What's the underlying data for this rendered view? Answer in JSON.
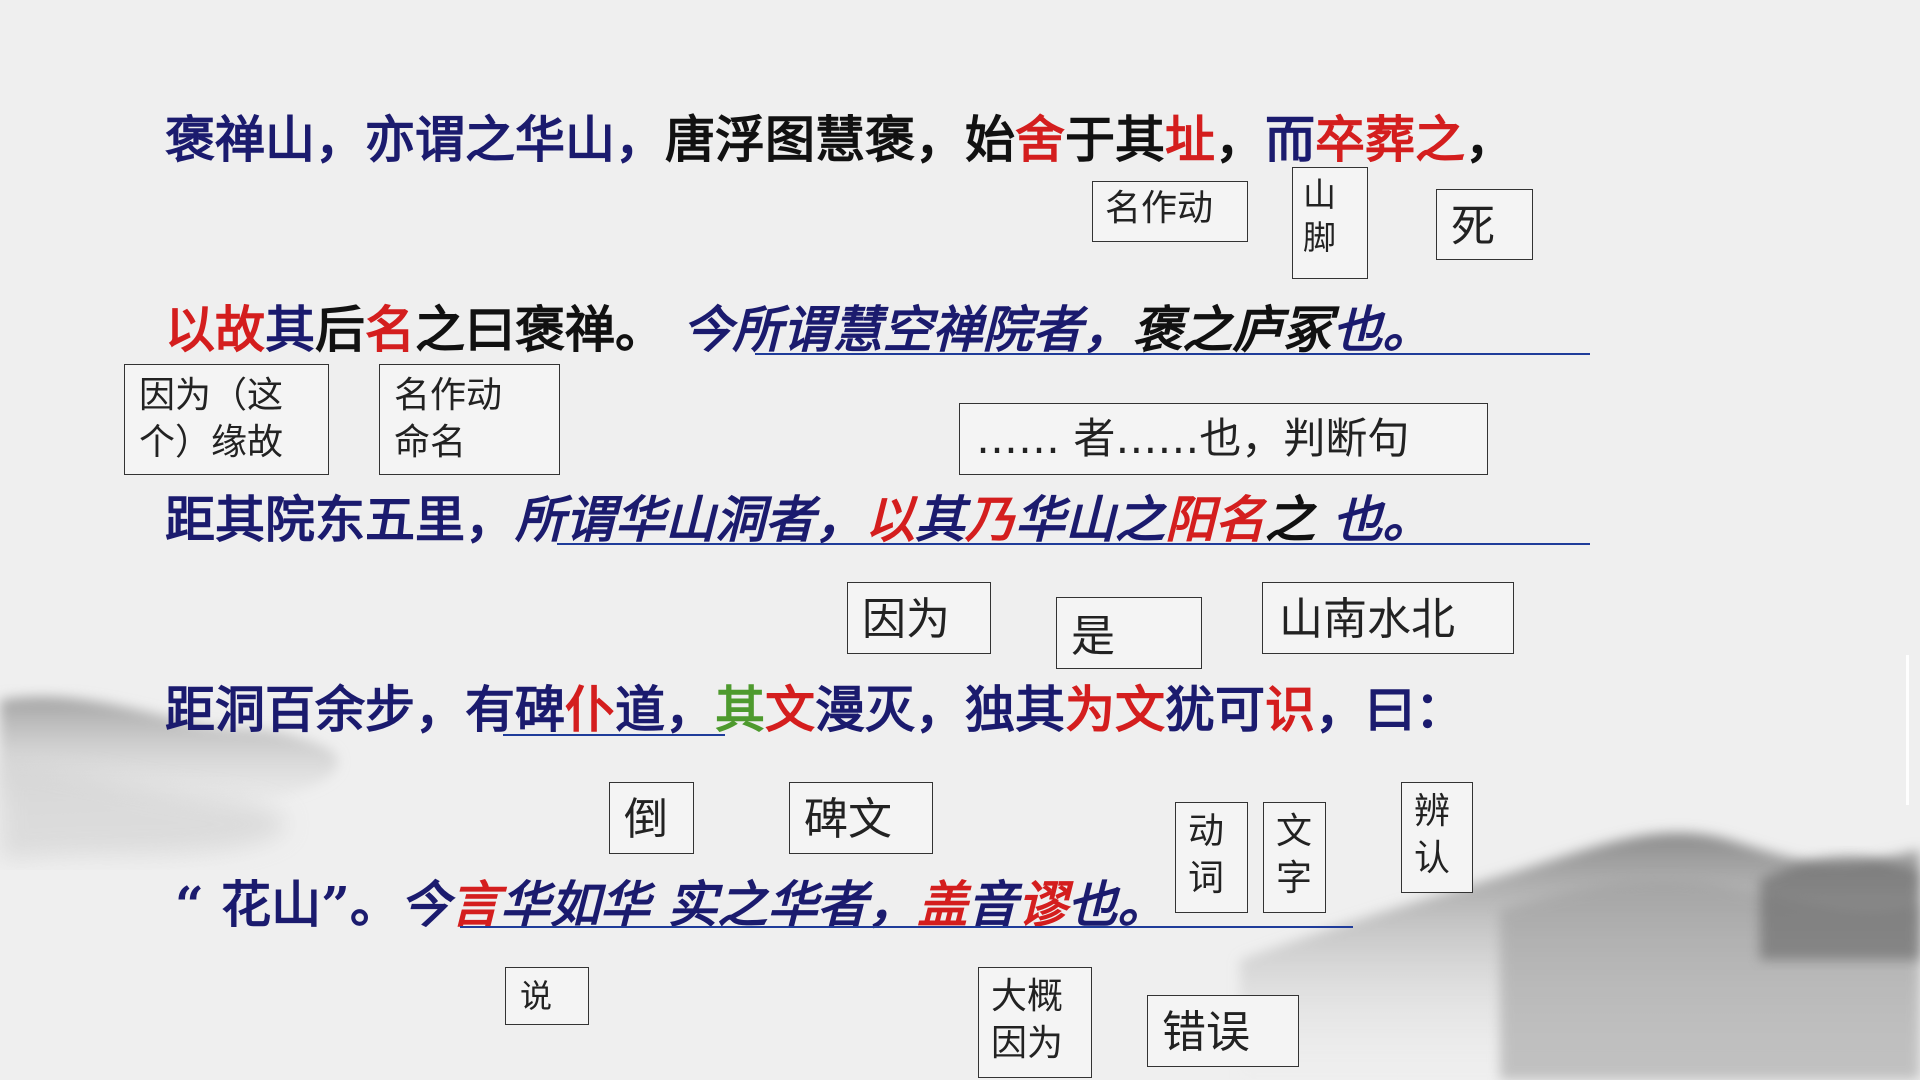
{
  "lines": [
    {
      "segments": [
        {
          "t": "褒禅山，亦谓之华山，",
          "c": "blue"
        },
        {
          "t": "唐浮图慧褒，始",
          "c": "black"
        },
        {
          "t": "舍",
          "c": "red"
        },
        {
          "t": "于其",
          "c": "black"
        },
        {
          "t": "址",
          "c": "red"
        },
        {
          "t": "，",
          "c": "black"
        },
        {
          "t": "而",
          "c": "blue"
        },
        {
          "t": "卒葬之",
          "c": "red"
        },
        {
          "t": "，",
          "c": "black"
        }
      ]
    },
    {
      "segments": [
        {
          "t": "以故",
          "c": "red"
        },
        {
          "t": "其",
          "c": "blue"
        },
        {
          "t": "后",
          "c": "black"
        },
        {
          "t": "名",
          "c": "red"
        },
        {
          "t": "之曰褒禅。",
          "c": "black"
        },
        {
          "t": "  "
        },
        {
          "t": "今所谓慧空禅院者，",
          "c": "blue",
          "i": true
        },
        {
          "t": "褒之庐冢",
          "c": "black",
          "i": true
        },
        {
          "t": "也。",
          "c": "blue",
          "i": true
        }
      ]
    },
    {
      "segments": [
        {
          "t": "距其院东五里，",
          "c": "blue"
        },
        {
          "t": "所谓华山洞者，",
          "c": "blue",
          "i": true
        },
        {
          "t": "以",
          "c": "red",
          "i": true
        },
        {
          "t": "其",
          "c": "blue",
          "i": true
        },
        {
          "t": "乃",
          "c": "red",
          "i": true
        },
        {
          "t": "华山之",
          "c": "blue",
          "i": true
        },
        {
          "t": "阳",
          "c": "red",
          "i": true
        },
        {
          "t": "名",
          "c": "red",
          "i": true
        },
        {
          "t": "之  ",
          "c": "black",
          "i": true
        },
        {
          "t": "也。",
          "c": "blue",
          "i": true
        }
      ]
    },
    {
      "segments": [
        {
          "t": "距洞百余步，",
          "c": "blue"
        },
        {
          "t": "有碑",
          "c": "blue"
        },
        {
          "t": "仆",
          "c": "red"
        },
        {
          "t": "道",
          "c": "blue"
        },
        {
          "t": "，",
          "c": "blue"
        },
        {
          "t": "其",
          "c": "green"
        },
        {
          "t": "文",
          "c": "red"
        },
        {
          "t": "漫灭，独",
          "c": "blue"
        },
        {
          "t": "其",
          "c": "blue"
        },
        {
          "t": "为文",
          "c": "red"
        },
        {
          "t": "犹可",
          "c": "blue"
        },
        {
          "t": "识",
          "c": "red"
        },
        {
          "t": "，曰：",
          "c": "blue"
        }
      ]
    },
    {
      "segments": [
        {
          "t": "“ 花山”。",
          "c": "blue"
        },
        {
          "t": "今",
          "c": "blue",
          "i": true
        },
        {
          "t": "言",
          "c": "red",
          "i": true
        },
        {
          "t": "华如华  实之华者，",
          "c": "blue",
          "i": true
        },
        {
          "t": "盖",
          "c": "red",
          "i": true
        },
        {
          "t": "音",
          "c": "blue",
          "i": true
        },
        {
          "t": "谬",
          "c": "red",
          "i": true
        },
        {
          "t": "也。",
          "c": "blue",
          "i": true
        }
      ]
    }
  ],
  "notes": [
    {
      "id": "ming-zuo-dong-1",
      "text": "名作动"
    },
    {
      "id": "shan-jiao",
      "text": "山\n脚"
    },
    {
      "id": "si",
      "text": "死"
    },
    {
      "id": "yin-wei-yuan-gu",
      "text": "因为（这\n个）缘故"
    },
    {
      "id": "ming-zuo-dong-2",
      "text": "名作动\n命名"
    },
    {
      "id": "pan-duan-ju",
      "text": "…… 者……也，判断句"
    },
    {
      "id": "yin-wei-1",
      "text": "因为"
    },
    {
      "id": "shi",
      "text": "是"
    },
    {
      "id": "shan-nan-shui-bei",
      "text": "山南水北"
    },
    {
      "id": "dao",
      "text": "倒"
    },
    {
      "id": "bei-wen",
      "text": "碑文"
    },
    {
      "id": "dong-ci",
      "text": "动\n词"
    },
    {
      "id": "wen-zi",
      "text": "文\n字"
    },
    {
      "id": "bian-ren",
      "text": "辨\n认"
    },
    {
      "id": "shuo",
      "text": "说"
    },
    {
      "id": "da-gai-yin-wei",
      "text": "大概\n因为"
    },
    {
      "id": "cuo-wu",
      "text": "错误"
    }
  ],
  "colors": {
    "blue": "#1b1b6e",
    "red": "#d41e1e",
    "green": "#4e9a2e",
    "black": "#111111",
    "underline": "#1f3c9a"
  }
}
